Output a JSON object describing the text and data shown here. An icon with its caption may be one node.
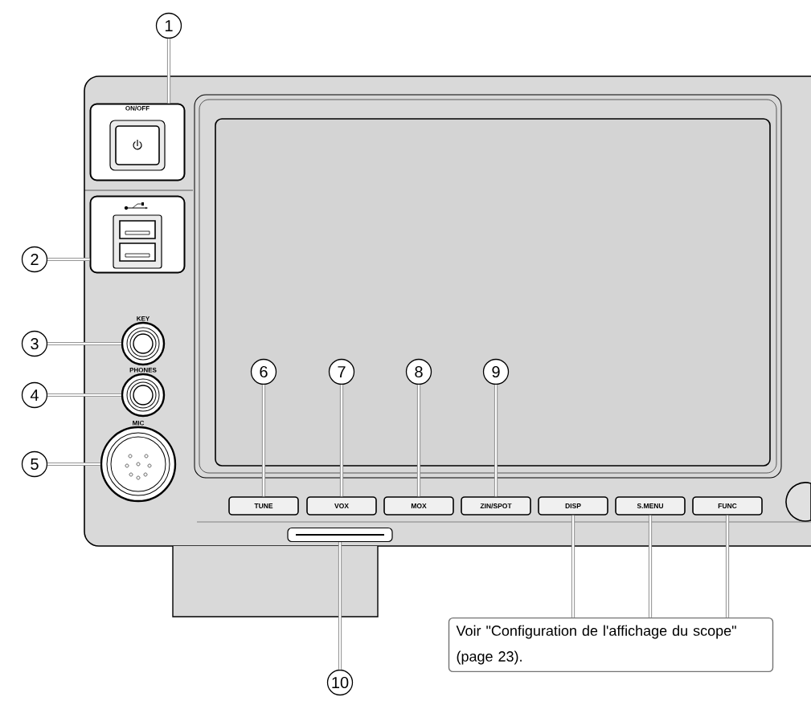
{
  "diagram": {
    "nodes": [
      {
        "text": [
          "1"
        ]
      },
      {
        "text": [
          "ON/OFF"
        ]
      },
      {
        "text": [
          "2"
        ]
      },
      {
        "text": [],
        "shape": "box"
      },
      {
        "text": [
          "3"
        ]
      },
      {
        "text": [
          "KEY"
        ]
      },
      {
        "text": [
          "4"
        ]
      },
      {
        "text": [
          "PHONES"
        ]
      },
      {
        "text": [
          "5"
        ]
      },
      {
        "text": [
          "MIC"
        ]
      },
      {
        "text": [
          "6"
        ]
      },
      {
        "text": [
          "TUNE"
        ]
      },
      {
        "text": [
          "7"
        ]
      },
      {
        "text": [
          "VOX"
        ]
      },
      {
        "text": [
          "8"
        ]
      },
      {
        "text": [
          "MOX"
        ]
      },
      {
        "text": [
          "9"
        ]
      },
      {
        "text": [
          "ZIN/SPOT"
        ]
      },
      {
        "text": [
          "DISP"
        ]
      },
      {
        "text": [
          "S.MENU"
        ]
      },
      {
        "text": [
          "FUNC"
        ]
      },
      {
        "text": [],
        "shape": "box"
      },
      {
        "text": [
          "10"
        ]
      },
      {
        "text": [
          "Voir \"Configuration de l'affichage du scope\" (page 23)."
        ]
      }
    ],
    "edges": [
      {
        "from": 0,
        "to": 1,
        "arrow": "none"
      },
      {
        "from": 2,
        "to": 3,
        "arrow": "none"
      },
      {
        "from": 4,
        "to": 5,
        "arrow": "none"
      },
      {
        "from": 6,
        "to": 7,
        "arrow": "none"
      },
      {
        "from": 8,
        "to": 9,
        "arrow": "none"
      },
      {
        "from": 10,
        "to": 11,
        "arrow": "none"
      },
      {
        "from": 12,
        "to": 13,
        "arrow": "none"
      },
      {
        "from": 14,
        "to": 15,
        "arrow": "none"
      },
      {
        "from": 16,
        "to": 17,
        "arrow": "none"
      },
      {
        "from": 22,
        "to": 21,
        "arrow": "none"
      },
      {
        "from": 23,
        "to": 18,
        "arrow": "none"
      },
      {
        "from": 23,
        "to": 19,
        "arrow": "none"
      },
      {
        "from": 23,
        "to": 20,
        "arrow": "none"
      }
    ]
  }
}
